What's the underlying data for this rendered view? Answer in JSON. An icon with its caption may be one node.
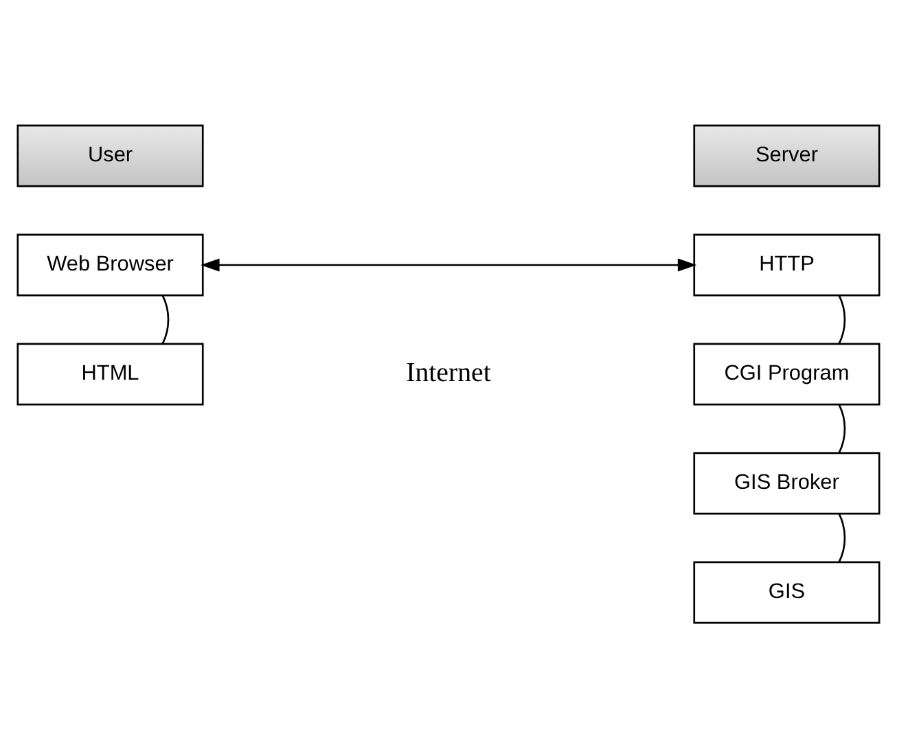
{
  "diagram": {
    "nodes": [
      {
        "text": [
          "User"
        ]
      },
      {
        "text": [
          "Server"
        ]
      },
      {
        "text": [
          "Web Browser"
        ]
      },
      {
        "text": [
          "HTML"
        ]
      },
      {
        "text": [
          "HTTP"
        ]
      },
      {
        "text": [
          "CGI Program"
        ]
      },
      {
        "text": [
          "GIS Broker"
        ]
      },
      {
        "text": [
          "GIS"
        ]
      }
    ],
    "edges": [
      {
        "from": 2,
        "to": 4,
        "arrow": "both"
      },
      {
        "from": 2,
        "to": 3,
        "arrow": "none"
      },
      {
        "from": 4,
        "to": 5,
        "arrow": "none"
      },
      {
        "from": 5,
        "to": 6,
        "arrow": "none"
      },
      {
        "from": 6,
        "to": 7,
        "arrow": "none"
      }
    ],
    "labels": [
      "Internet"
    ]
  }
}
